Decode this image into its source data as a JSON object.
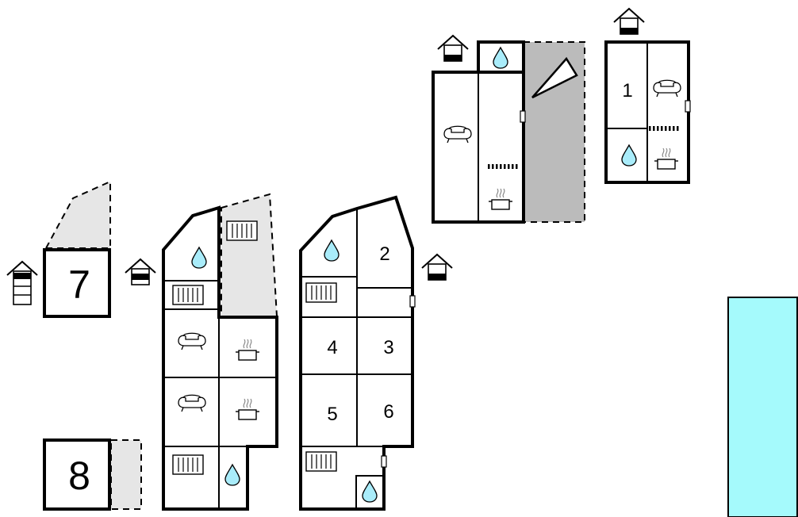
{
  "rooms": {
    "bedroom_1": "1",
    "bedroom_2": "2",
    "bedroom_3": "3",
    "bedroom_4": "4",
    "bedroom_5": "5",
    "bedroom_6": "6",
    "bedroom_7": "7",
    "bedroom_8": "8"
  },
  "icons": {
    "water": "water-drop-icon",
    "sofa": "sofa-icon",
    "cooking": "cooking-pot-icon",
    "radiator": "radiator-icon",
    "floor_level": "floor-level-house-icon",
    "stairs": "stairs-icon"
  },
  "colors": {
    "pool": "#a5fafc",
    "terrace_light": "#e6e6e6",
    "terrace_dark": "#bbbbbb",
    "wall": "#000000",
    "water_drop": "#a9ecfa"
  }
}
